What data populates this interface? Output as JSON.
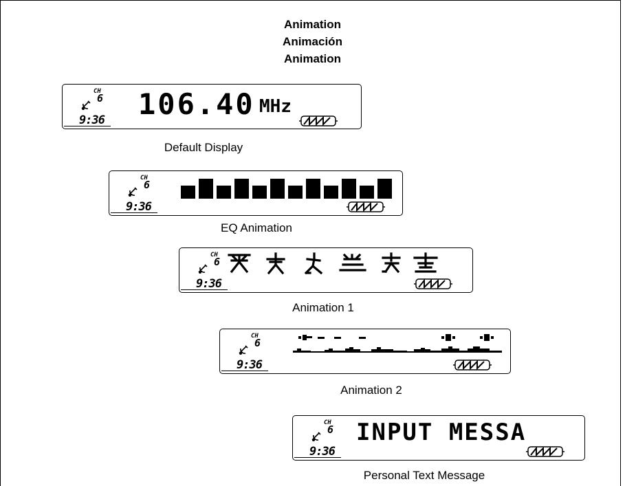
{
  "titles": {
    "line1": "Animation",
    "line2": "Animación",
    "line3": "Animation"
  },
  "common": {
    "channel_label": "CH",
    "channel_number": "6",
    "clock": "9:36"
  },
  "displays": {
    "default": {
      "lcd_text": "106.40",
      "unit": "MHz",
      "caption": "Default Display"
    },
    "eq": {
      "caption": "EQ Animation",
      "bar_levels": [
        0.55,
        0.85,
        0.55,
        0.85,
        0.55,
        0.85,
        0.55,
        0.85,
        0.55,
        0.85,
        0.55,
        0.85
      ]
    },
    "anim1": {
      "caption": "Animation 1"
    },
    "anim2": {
      "caption": "Animation 2"
    },
    "text": {
      "lcd_text": "INPUT MESSA",
      "caption": "Personal Text Message"
    }
  }
}
